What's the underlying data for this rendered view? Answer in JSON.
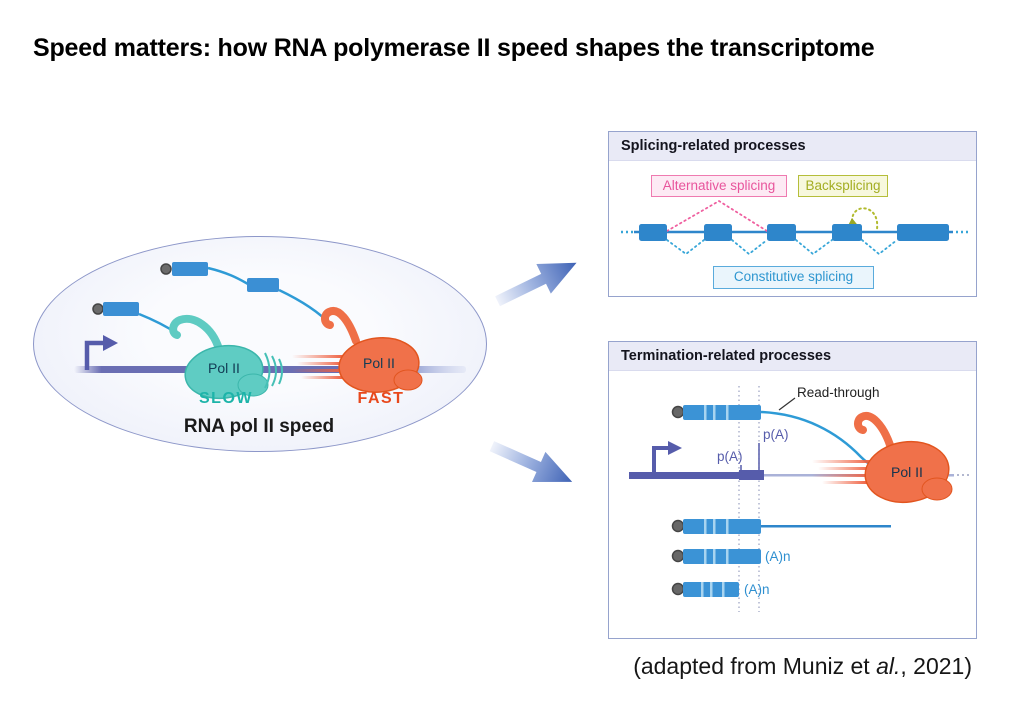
{
  "title": "Speed matters: how RNA polymerase II speed shapes the transcriptome",
  "oval": {
    "pol2_slow_label": "Pol II",
    "pol2_fast_label": "Pol II",
    "slow_label": "SLOW",
    "fast_label": "FAST",
    "caption": "RNA pol II speed"
  },
  "splicing_panel": {
    "title": "Splicing-related processes",
    "alternative_splicing_label": "Alternative splicing",
    "backsplicing_label": "Backsplicing",
    "constitutive_splicing_label": "Constitutive splicing"
  },
  "termination_panel": {
    "title": "Termination-related processes",
    "readthrough_label": "Read-through",
    "pa_site_distal_label": "p(A)",
    "pa_site_proximal_label": "p(A)",
    "pol2_label": "Pol II",
    "polya_tail_distal_label": "(A)n",
    "polya_tail_proximal_label": "(A)n"
  },
  "citation": {
    "prefix": "(adapted from Muniz et ",
    "italic": "al.",
    "suffix": ", 2021)"
  },
  "colors": {
    "slow_teal": "#2bb5ab",
    "fast_orange": "#e8481c",
    "exon_blue": "#2e86cb",
    "rna_blue": "#2e9bd6",
    "alternative_pink": "#e8559c",
    "backsplicing_olive": "#a3ad22",
    "constitutive_blue": "#2e96d0",
    "gene_purple": "#565cab",
    "arrow_blue": "#3e62b5",
    "panel_header_bg": "#e9eaf6"
  }
}
